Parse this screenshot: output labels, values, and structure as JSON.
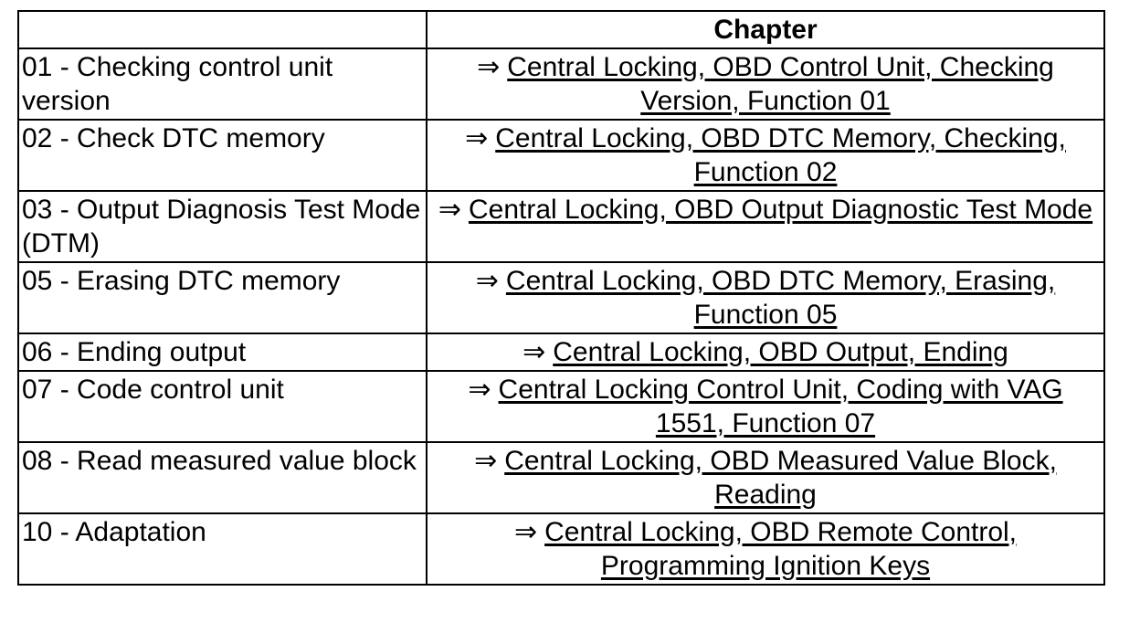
{
  "table": {
    "headers": [
      "",
      "Chapter"
    ],
    "arrow_glyph": "⇒",
    "rows": [
      {
        "function": "01 - Checking control unit version",
        "chapter": "Central Locking, OBD Control Unit, Checking Version, Function 01"
      },
      {
        "function": "02 - Check DTC memory",
        "chapter": "Central Locking, OBD DTC Memory, Checking, Function 02"
      },
      {
        "function": "03 - Output Diagnosis Test Mode (DTM)",
        "chapter": "Central Locking, OBD Output Diagnostic Test Mode"
      },
      {
        "function": "05 - Erasing DTC memory",
        "chapter": "Central Locking, OBD DTC Memory, Erasing, Function 05"
      },
      {
        "function": "06 - Ending output",
        "chapter": "Central Locking, OBD Output, Ending"
      },
      {
        "function": "07 - Code control unit",
        "chapter": "Central Locking Control Unit, Coding with VAG 1551, Function 07"
      },
      {
        "function": "08 - Read measured value block",
        "chapter": "Central Locking, OBD Measured Value Block, Reading"
      },
      {
        "function": "10 - Adaptation",
        "chapter": "Central Locking, OBD Remote Control, Programming Ignition Keys"
      }
    ]
  }
}
